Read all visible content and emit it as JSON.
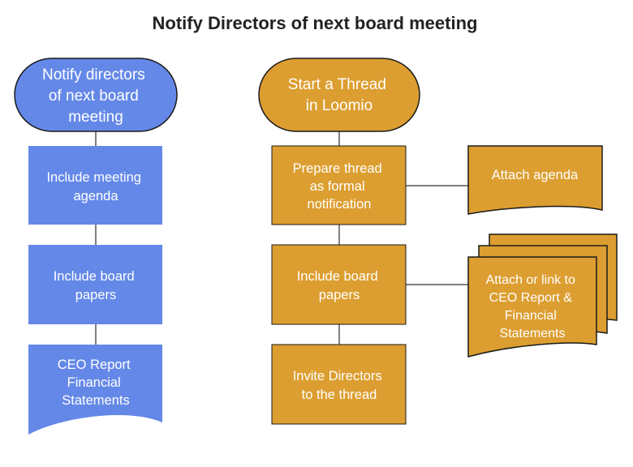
{
  "title": "Notify Directors of next board meeting",
  "colors": {
    "blue": "#6488e8",
    "orange": "#dc9e30",
    "stroke": "#1a1a1a",
    "connector": "#555555"
  },
  "left_column": {
    "start": [
      "Notify directors",
      "of next board",
      "meeting"
    ],
    "step_agenda": [
      "Include meeting",
      "agenda"
    ],
    "step_papers": [
      "Include board",
      "papers"
    ],
    "doc_reports": [
      "CEO Report",
      "Financial",
      "Statements"
    ]
  },
  "right_column": {
    "start": [
      "Start a Thread",
      "in Loomio"
    ],
    "step_prepare": [
      "Prepare thread",
      "as formal",
      "notification"
    ],
    "step_papers": [
      "Include board",
      "papers"
    ],
    "step_invite": [
      "Invite Directors",
      "to the thread"
    ],
    "doc_agenda": [
      "Attach agenda"
    ],
    "doc_reports": [
      "Attach or link to",
      "CEO Report &",
      "Financial",
      "Statements"
    ]
  }
}
